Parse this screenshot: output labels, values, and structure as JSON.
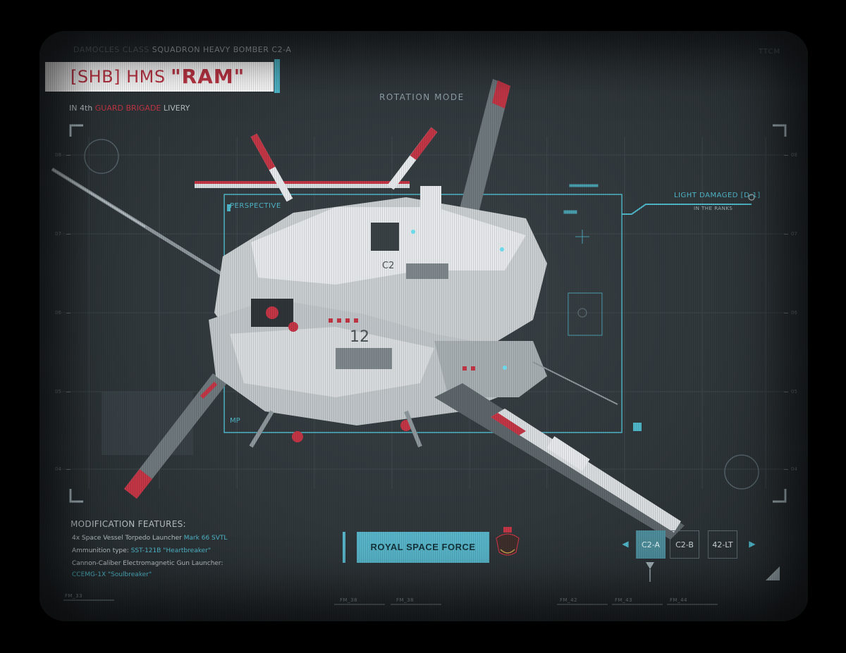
{
  "header": {
    "class_dim": "DAMOCLES CLASS",
    "class_bright": "SQUADRON HEAVY BOMBER C2-A",
    "title_prefix": "[SHB] HMS",
    "title_name": "\"RAM\"",
    "livery_pre": "IN 4th",
    "livery_red": "GUARD BRIGADE",
    "livery_post": "LIVERY",
    "corner_code": "TTCM"
  },
  "viewer": {
    "rotation_mode": "ROTATION MODE",
    "perspective_label": "PERSPECTIVE",
    "hull_number": "C2",
    "side_number": "12",
    "corner_tag": "MP"
  },
  "status": {
    "condition": "LIGHT DAMAGED [D-1]",
    "condition_sub": "IN THE RANKS"
  },
  "modifications": {
    "heading": "MODIFICATION FEATURES:",
    "line1_text": "4x Space Vessel Torpedo Launcher",
    "line1_hl": "Mark 66 SVTL",
    "line2_text": "Ammunition type:",
    "line2_hl": "SST-121B \"Heartbreaker\"",
    "line3_text": "Cannon-Caliber Electromagnetic Gun Launcher:",
    "line4_hl": "CCEMG-1X \"Soulbreaker\""
  },
  "faction": {
    "button_label": "ROYAL SPACE FORCE",
    "emblem": "royal-crest-icon"
  },
  "variants": {
    "items": [
      "C2-A",
      "C2-B",
      "42-LT"
    ],
    "active": "C2-A"
  },
  "frame_markers": [
    "FM_33",
    "FM_38",
    "FM_38",
    "FM_42",
    "FM_43",
    "FM_44"
  ],
  "axis_ticks": [
    "08",
    "07",
    "06",
    "05",
    "04"
  ],
  "colors": {
    "accent": "#4fb7c9",
    "red": "#c23646",
    "panel": "#30373b"
  }
}
